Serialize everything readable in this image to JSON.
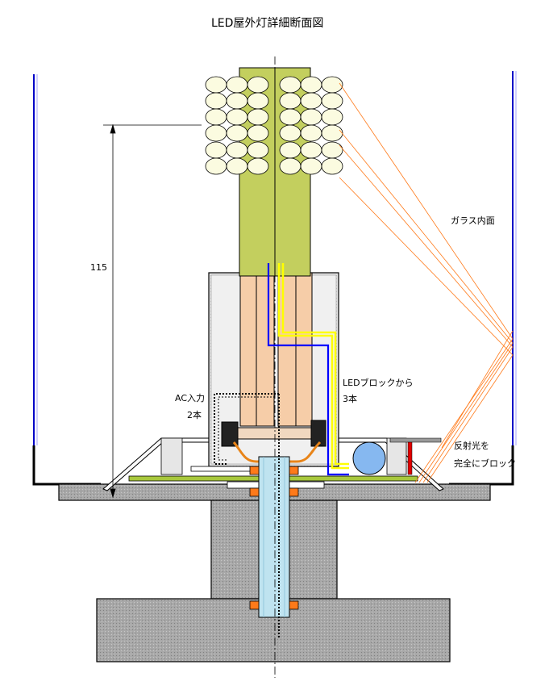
{
  "title": "LED屋外灯詳細断面図",
  "labels": {
    "dimension": "115",
    "glass_inner": "ガラス内面",
    "led_block_line1": "LEDブロックから",
    "led_block_line2": "3本",
    "ac_input_line1": "AC入力",
    "ac_input_line2": "2本",
    "reflect_line1": "反射光を",
    "reflect_line2": "完全にブロック"
  },
  "colors": {
    "led_board": "#c3cf5e",
    "led_bulb": "#fbfbe0",
    "copper_rod": "#f6cda8",
    "glass_line": "#0000c8",
    "yellow_wire": "#ffff00",
    "blue_wire": "#0000ff",
    "orange_ray": "#ff7a1a",
    "concrete": "#a6a6a6",
    "pipe": "#bfe3f0",
    "capacitor": "#86b8f0",
    "red_post": "#e00000",
    "green_plate": "#a8c83c"
  }
}
